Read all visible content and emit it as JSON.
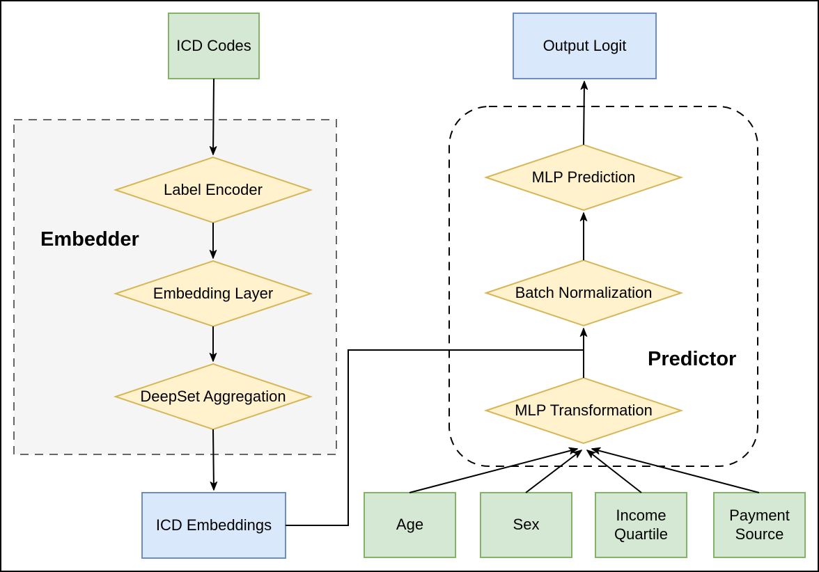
{
  "diagram": {
    "type": "flowchart",
    "background": "#ffffff",
    "outer_border_color": "#000000",
    "palette": {
      "green_fill": "#d5e8d4",
      "green_border": "#82b366",
      "blue_fill": "#dae8fc",
      "blue_border": "#6c8ebf",
      "yellow_fill": "#fff2cc",
      "yellow_border": "#d6b656",
      "gray_container_fill": "#f5f5f5",
      "gray_container_border": "#666666",
      "predictor_border": "#000000",
      "arrow_color": "#000000"
    },
    "containers": {
      "embedder": {
        "label": "Embedder",
        "style": "dashed",
        "fill": "#f5f5f5",
        "border": "#666666"
      },
      "predictor": {
        "label": "Predictor",
        "style": "dashed-rounded",
        "fill": "none",
        "border": "#000000"
      }
    },
    "nodes": {
      "icd_codes": {
        "label": "ICD Codes",
        "shape": "rect",
        "fill": "#d5e8d4",
        "border": "#82b366"
      },
      "label_encoder": {
        "label": "Label Encoder",
        "shape": "diamond",
        "fill": "#fff2cc",
        "border": "#d6b656"
      },
      "embedding_layer": {
        "label": "Embedding Layer",
        "shape": "diamond",
        "fill": "#fff2cc",
        "border": "#d6b656"
      },
      "deepset_aggregation": {
        "label": "DeepSet Aggregation",
        "shape": "diamond",
        "fill": "#fff2cc",
        "border": "#d6b656"
      },
      "icd_embeddings": {
        "label": "ICD Embeddings",
        "shape": "rect",
        "fill": "#dae8fc",
        "border": "#6c8ebf"
      },
      "output_logit": {
        "label": "Output Logit",
        "shape": "rect",
        "fill": "#dae8fc",
        "border": "#6c8ebf"
      },
      "mlp_prediction": {
        "label": "MLP Prediction",
        "shape": "diamond",
        "fill": "#fff2cc",
        "border": "#d6b656"
      },
      "batch_normalization": {
        "label": "Batch Normalization",
        "shape": "diamond",
        "fill": "#fff2cc",
        "border": "#d6b656"
      },
      "mlp_transformation": {
        "label": "MLP Transformation",
        "shape": "diamond",
        "fill": "#fff2cc",
        "border": "#d6b656"
      },
      "age": {
        "label": "Age",
        "shape": "rect",
        "fill": "#d5e8d4",
        "border": "#82b366"
      },
      "sex": {
        "label": "Sex",
        "shape": "rect",
        "fill": "#d5e8d4",
        "border": "#82b366"
      },
      "income_quartile": {
        "label": "Income Quartile",
        "shape": "rect",
        "fill": "#d5e8d4",
        "border": "#82b366"
      },
      "payment_source": {
        "label": "Payment Source",
        "shape": "rect",
        "fill": "#d5e8d4",
        "border": "#82b366"
      }
    },
    "edges": [
      {
        "from": "icd_codes",
        "to": "label_encoder",
        "arrow": true
      },
      {
        "from": "label_encoder",
        "to": "embedding_layer",
        "arrow": true
      },
      {
        "from": "embedding_layer",
        "to": "deepset_aggregation",
        "arrow": true
      },
      {
        "from": "deepset_aggregation",
        "to": "icd_embeddings",
        "arrow": true
      },
      {
        "from": "mlp_transformation",
        "to": "batch_normalization",
        "arrow": true
      },
      {
        "from": "icd_embeddings",
        "to": "batch_normalization",
        "arrow": false,
        "note": "orthogonal line joining the mlp_transformation to batch_normalization arrow"
      },
      {
        "from": "batch_normalization",
        "to": "mlp_prediction",
        "arrow": true
      },
      {
        "from": "mlp_prediction",
        "to": "output_logit",
        "arrow": true
      },
      {
        "from": "age",
        "to": "mlp_transformation",
        "arrow": true
      },
      {
        "from": "sex",
        "to": "mlp_transformation",
        "arrow": true
      },
      {
        "from": "income_quartile",
        "to": "mlp_transformation",
        "arrow": true
      },
      {
        "from": "payment_source",
        "to": "mlp_transformation",
        "arrow": true
      }
    ]
  }
}
